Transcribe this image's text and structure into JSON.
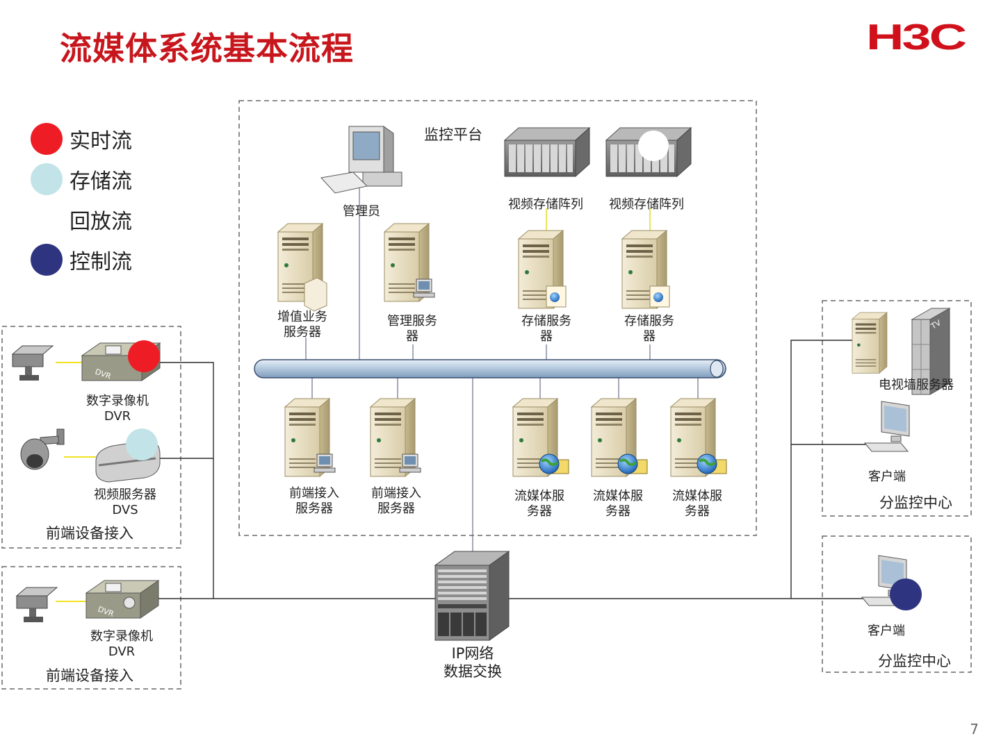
{
  "page": {
    "title": "流媒体系统基本流程",
    "logo": "H3C",
    "page_number": "7"
  },
  "legend": [
    {
      "label": "实时流",
      "color": "#ee1c25"
    },
    {
      "label": "存储流",
      "color": "#c2e4e8"
    },
    {
      "label": "回放流",
      "color": "#ffffff"
    },
    {
      "label": "控制流",
      "color": "#2e3480"
    }
  ],
  "platform": {
    "label": "监控平台",
    "admin": "管理员",
    "storage_arrays": [
      "视频存储阵列",
      "视频存储阵列"
    ],
    "top_servers": [
      {
        "label_line1": "增值业务",
        "label_line2": "服务器"
      },
      {
        "label_line1": "管理服务",
        "label_line2": "器"
      },
      {
        "label_line1": "存储服务",
        "label_line2": "器"
      },
      {
        "label_line1": "存储服务",
        "label_line2": "器"
      }
    ],
    "bottom_servers": [
      {
        "label_line1": "前端接入",
        "label_line2": "服务器"
      },
      {
        "label_line1": "前端接入",
        "label_line2": "服务器"
      },
      {
        "label_line1": "流媒体服",
        "label_line2": "务器"
      },
      {
        "label_line1": "流媒体服",
        "label_line2": "务器"
      },
      {
        "label_line1": "流媒体服",
        "label_line2": "务器"
      }
    ]
  },
  "frontend_group1": {
    "label": "前端设备接入",
    "dvr": {
      "line1": "数字录像机",
      "line2": "DVR"
    },
    "dvs": {
      "line1": "视频服务器",
      "line2": "DVS"
    }
  },
  "frontend_group2": {
    "label": "前端设备接入",
    "dvr": {
      "line1": "数字录像机",
      "line2": "DVR"
    }
  },
  "switch": {
    "line1": "IP网络",
    "line2": "数据交换"
  },
  "sub_center1": {
    "label": "分监控中心",
    "tv_server": "电视墙服务器",
    "client": "客户端"
  },
  "sub_center2": {
    "label": "分监控中心",
    "client": "客户端"
  },
  "device_text": {
    "dvr_badge": "DVR",
    "tv_badge": "TV"
  }
}
